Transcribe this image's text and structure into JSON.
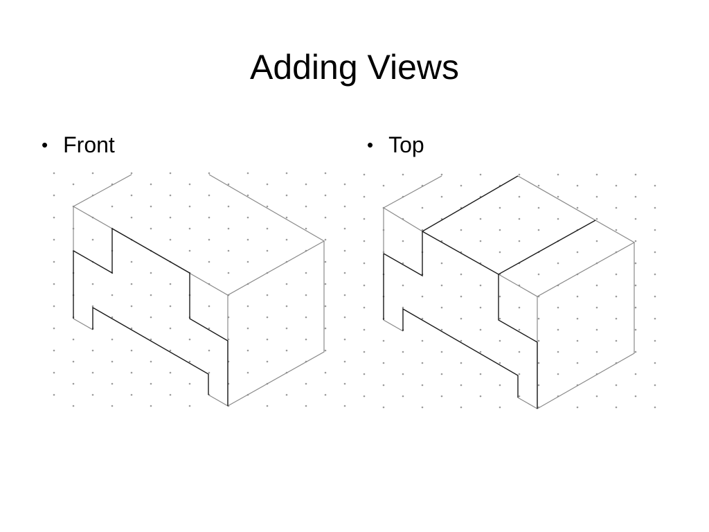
{
  "slide": {
    "title": "Adding Views",
    "bullets": [
      {
        "label": "Front"
      },
      {
        "label": "Top"
      }
    ]
  },
  "colors": {
    "background": "#ffffff",
    "text": "#000000",
    "grid_dot": "#9a9a9a",
    "thin_edge": "#8a8a8a",
    "dark_edge": "#1a1a1a"
  }
}
